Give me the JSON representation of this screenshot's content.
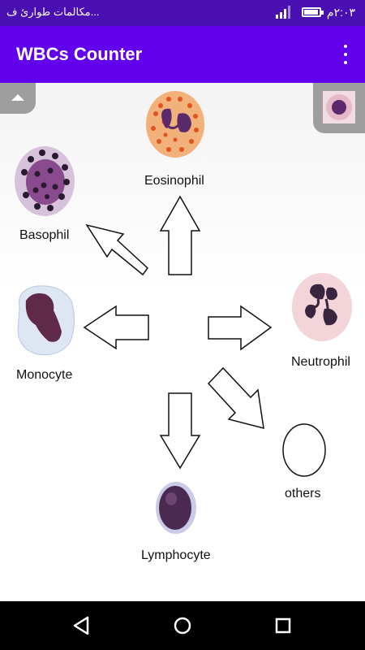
{
  "status_bar": {
    "time": "٢:٠٣م",
    "notification_text": "مكالمات طوارئ ف...",
    "battery_level_percent": 85
  },
  "app_bar": {
    "title": "WBCs Counter",
    "menu_icon": "more-vert-icon"
  },
  "cells": [
    {
      "key": "eosinophil",
      "label": "Eosinophil"
    },
    {
      "key": "basophil",
      "label": "Basophil"
    },
    {
      "key": "monocyte",
      "label": "Monocyte"
    },
    {
      "key": "neutrophil",
      "label": "Neutrophil"
    },
    {
      "key": "lymphocyte",
      "label": "Lymphocyte"
    },
    {
      "key": "others",
      "label": "others"
    }
  ],
  "controls": {
    "collapse_icon": "chevron-up-icon",
    "preview_icon": "cell-thumbnail-icon"
  },
  "nav_bar": {
    "back_icon": "back-triangle-icon",
    "home_icon": "home-circle-icon",
    "recents_icon": "recents-square-icon"
  }
}
